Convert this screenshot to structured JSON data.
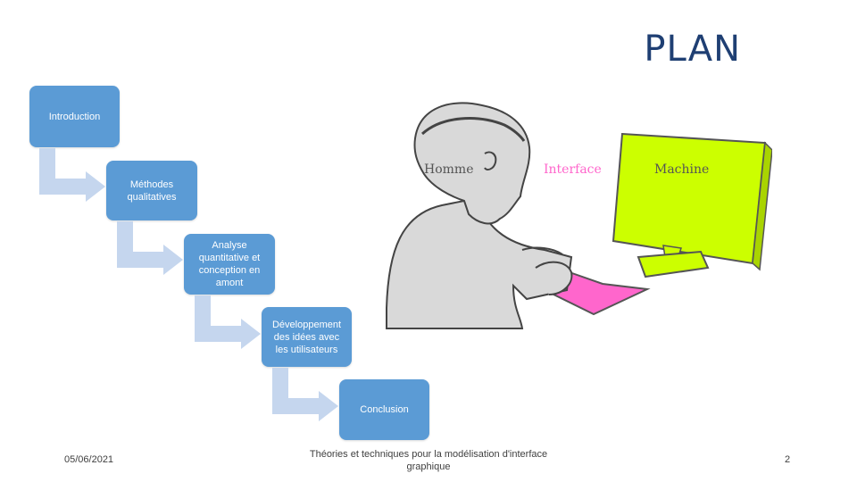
{
  "slide": {
    "title": "PLAN",
    "steps": [
      {
        "label": "Introduction"
      },
      {
        "label": "Méthodes qualitatives"
      },
      {
        "label": "Analyse quantitative et conception en amont"
      },
      {
        "label": "Développement des idées avec les utilisateurs"
      },
      {
        "label": "Conclusion"
      }
    ],
    "illustration": {
      "label_human": "Homme",
      "label_interface": "Interface",
      "label_machine": "Machine",
      "colors": {
        "person": "#d9d9d9",
        "screen": "#ccff00",
        "keyboard": "#ff66cc"
      }
    },
    "footer": {
      "date": "05/06/2021",
      "center": "Théories et techniques pour la modélisation d'interface graphique",
      "page": "2"
    }
  }
}
